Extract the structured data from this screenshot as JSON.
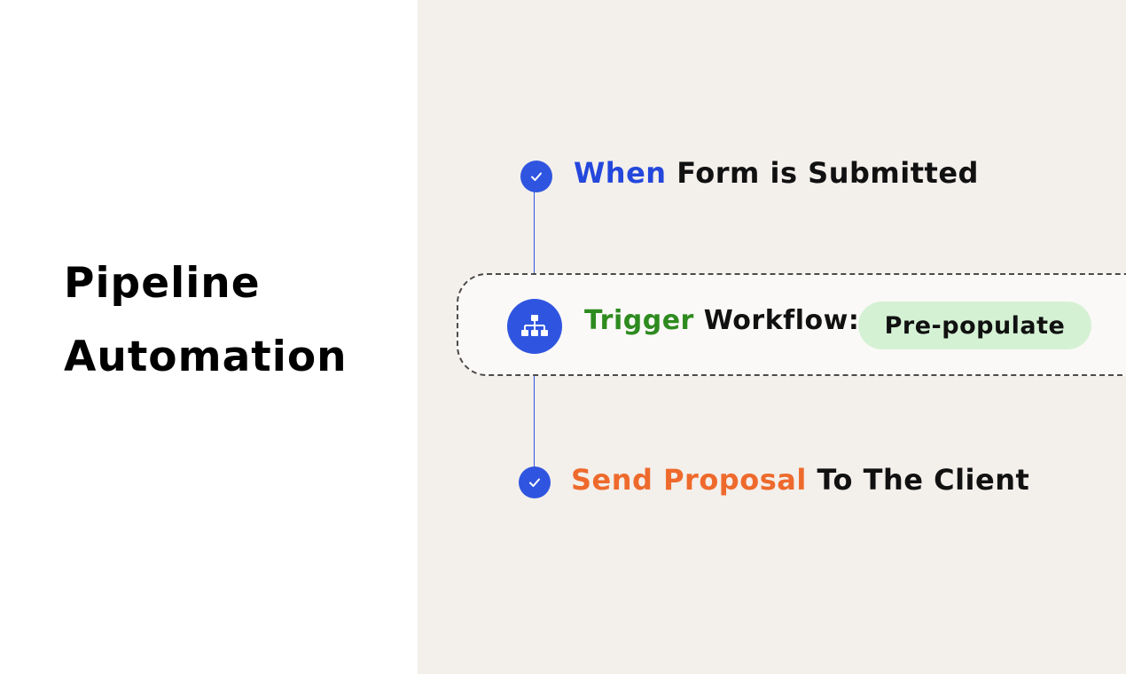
{
  "title": {
    "line1": "Pipeline",
    "line2": "Automation"
  },
  "steps": [
    {
      "keyword": "When",
      "rest": " Form is Submitted",
      "keyword_color": "#2447dc",
      "icon": "check-icon"
    },
    {
      "keyword": "Trigger",
      "rest": " Workflow:",
      "keyword_color": "#2e8b1f",
      "icon": "workflow-hierarchy-icon",
      "chip": "Pre-populate",
      "chip_color": "#d5f1d4"
    },
    {
      "keyword": "Send Proposal",
      "rest": " To The Client",
      "keyword_color": "#ee6a2c",
      "icon": "check-icon"
    }
  ],
  "colors": {
    "accent": "#2f55e0",
    "right_panel_background": "#f3efeb",
    "dashed_border": "#4d4a48"
  }
}
